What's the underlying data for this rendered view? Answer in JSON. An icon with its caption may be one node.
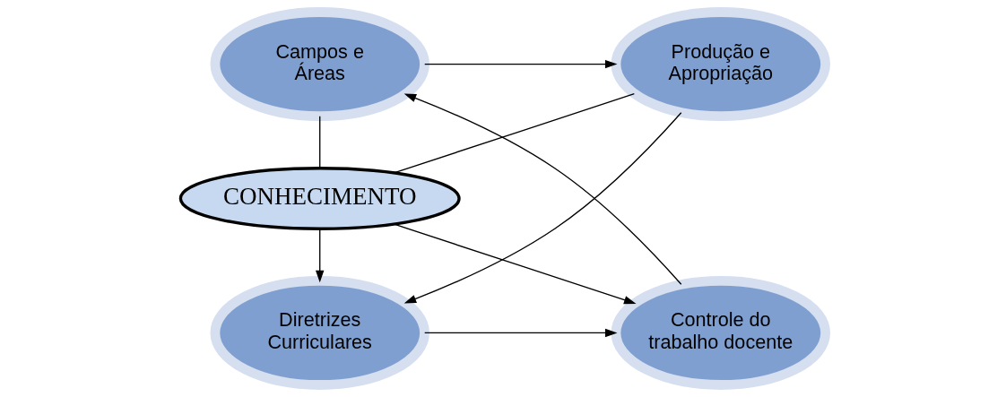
{
  "diagram": {
    "nodes": [
      {
        "text": [
          "Campos e Áreas"
        ]
      },
      {
        "text": [
          "Produção e Apropriação"
        ]
      },
      {
        "text": [
          "CONHECIMENTO"
        ]
      },
      {
        "text": [
          "Diretrizes Curriculares"
        ]
      },
      {
        "text": [
          "Controle do trabalho docente"
        ]
      }
    ],
    "edges": [
      {
        "from": 0,
        "to": 1,
        "arrow": "to"
      },
      {
        "from": 1,
        "to": 3,
        "arrow": "to"
      },
      {
        "from": 3,
        "to": 4,
        "arrow": "to"
      },
      {
        "from": 4,
        "to": 0,
        "arrow": "to"
      },
      {
        "from": 0,
        "to": 2,
        "arrow": "none"
      },
      {
        "from": 1,
        "to": 2,
        "arrow": "none"
      },
      {
        "from": 2,
        "to": 4,
        "arrow": "to"
      },
      {
        "from": 2,
        "to": 3,
        "arrow": "to"
      }
    ]
  }
}
